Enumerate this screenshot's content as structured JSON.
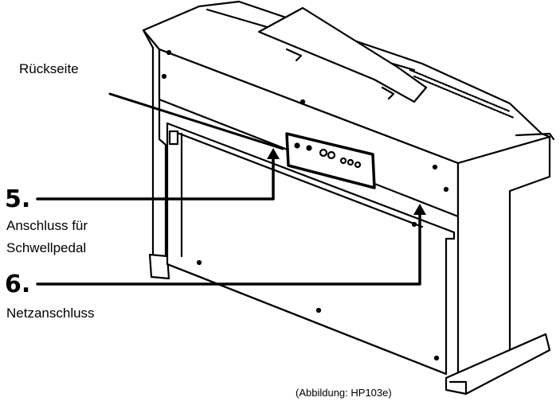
{
  "labels": {
    "back": "Rückseite",
    "item5_number": "5.",
    "item5_line1": "Anschluss für",
    "item5_line2": "Schwellpedal",
    "item6_number": "6.",
    "item6_text": "Netzanschluss",
    "caption": "(Abbildung: HP103e)"
  }
}
